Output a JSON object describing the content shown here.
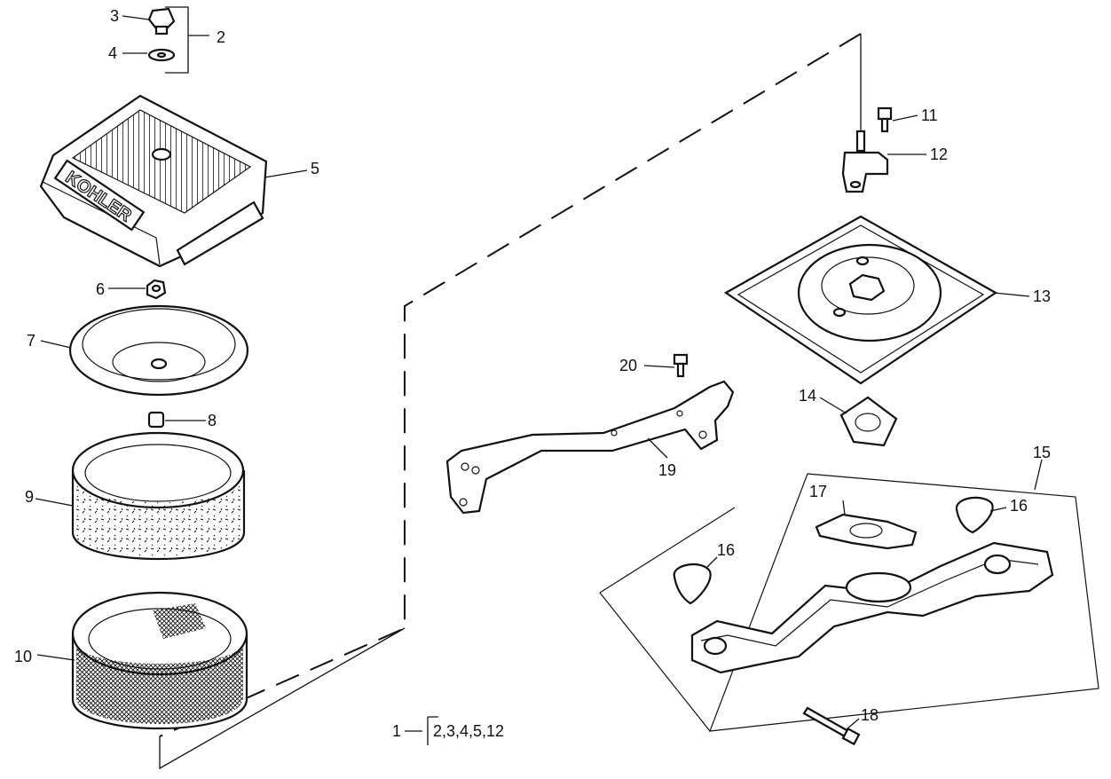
{
  "callouts": {
    "c1": "1",
    "c2": "2",
    "c3": "3",
    "c4": "4",
    "c5": "5",
    "c6": "6",
    "c7": "7",
    "c8": "8",
    "c9": "9",
    "c10": "10",
    "c11": "11",
    "c12": "12",
    "c13": "13",
    "c14": "14",
    "c15": "15",
    "c16a": "16",
    "c16b": "16",
    "c17": "17",
    "c18": "18",
    "c19": "19",
    "c20": "20"
  },
  "kit_contents": "2,3,4,5,12",
  "cover_brand": "KOHLER"
}
